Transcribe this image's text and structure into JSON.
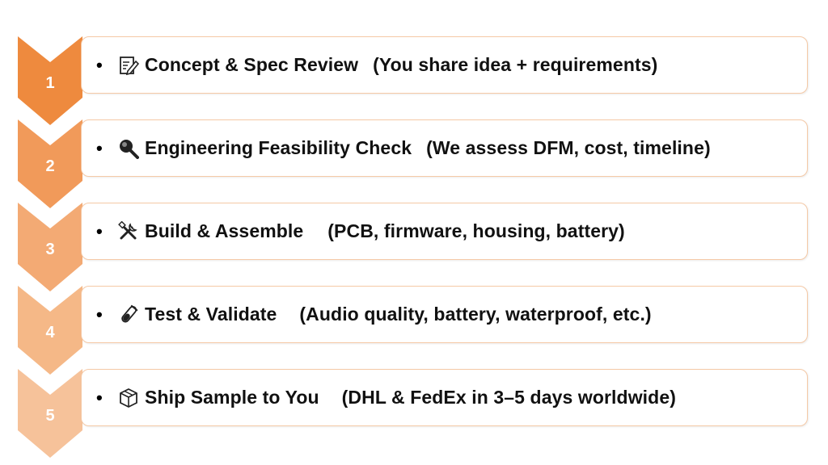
{
  "steps": [
    {
      "number": "1",
      "icon": "memo-pencil-icon",
      "title": "Concept & Spec Review",
      "detail": "(You share idea + requirements)",
      "color": "#EE8A3E"
    },
    {
      "number": "2",
      "icon": "magnifier-icon",
      "title": "Engineering Feasibility Check",
      "detail": "(We assess DFM, cost, timeline)",
      "color": "#F19A5A"
    },
    {
      "number": "3",
      "icon": "tools-icon",
      "title": "Build & Assemble",
      "detail": "(PCB, firmware, housing, battery)",
      "color": "#F3AA74"
    },
    {
      "number": "4",
      "icon": "test-tube-icon",
      "title": "Test & Validate",
      "detail": "(Audio quality, battery, waterproof, etc.)",
      "color": "#F5B887"
    },
    {
      "number": "5",
      "icon": "package-icon",
      "title": "Ship Sample to You",
      "detail": "(DHL & FedEx in 3–5 days worldwide)",
      "color": "#F6C29A"
    }
  ],
  "bullet": "•",
  "border_color": "#F5C9A6"
}
